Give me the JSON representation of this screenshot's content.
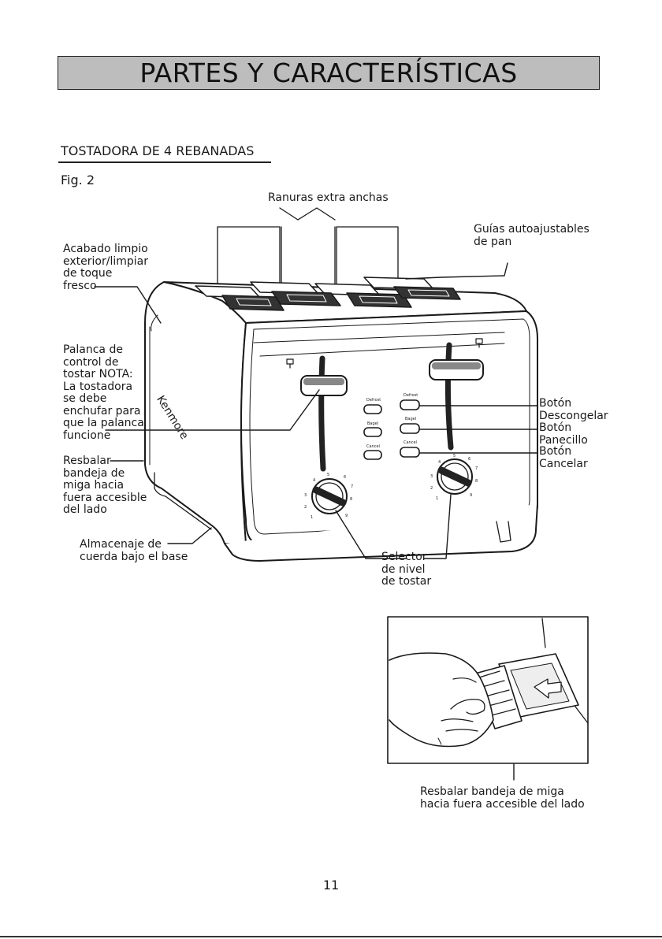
{
  "header": {
    "title": "PARTES Y CARACTERÍSTICAS"
  },
  "section": {
    "heading": "TOSTADORA DE 4 REBANADAS",
    "figure": "Fig. 2"
  },
  "labels": {
    "slots": "Ranuras extra anchas",
    "guides": "Guías autoajustables\nde pan",
    "finish": "Acabado limpio\nexterior/limpiar\nde toque\nfresco",
    "lever": "Palanca de\ncontrol de\ntostar NOTA:\nLa tostadora\nse debe\nenchufar para\nque la palanca\nfuncione",
    "crumb_tray": "Resbalar\nbandeja de\nmiga hacia\nfuera accesible\ndel lado",
    "cord": "Almacenaje de\ncuerda bajo el base",
    "defrost": "Botón\nDescongelar",
    "bagel": "Botón\nPanecillo",
    "cancel": "Botón\nCancelar",
    "selector": "Selector\nde nivel\nde tostar",
    "crumb_tray_detail": "Resbalar bandeja de miga\nhacia fuera accesible del lado"
  },
  "toaster": {
    "brand": "Kenmore",
    "button_defrost": "Defrost",
    "button_bagel": "Bagel",
    "button_cancel": "Cancel",
    "dial_numbers": [
      "1",
      "2",
      "3",
      "4",
      "5",
      "6",
      "7",
      "8",
      "9"
    ]
  },
  "footer": {
    "page_number": "11"
  }
}
